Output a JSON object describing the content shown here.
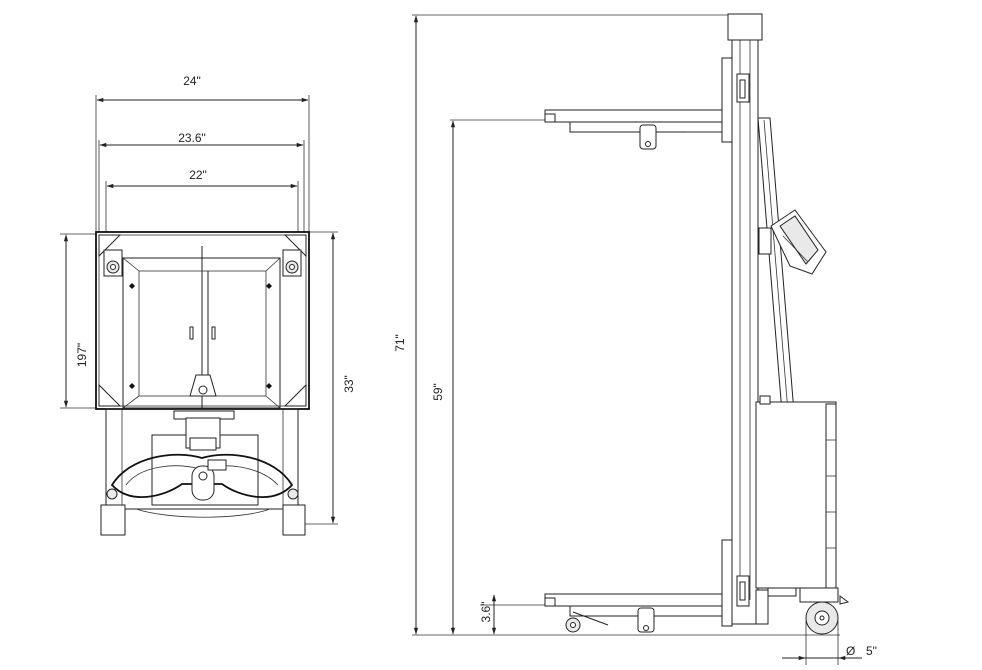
{
  "top_view": {
    "dims": {
      "overall_width": "24\"",
      "inner_width": "23.6\"",
      "platform_width": "22\"",
      "platform_depth": "197\"",
      "overall_length": "33\""
    }
  },
  "side_view": {
    "dims": {
      "overall_height": "71\"",
      "max_lift_height": "59\"",
      "min_height": "3.6\"",
      "wheel_diameter": "Ø",
      "wheel_size": "5\""
    }
  }
}
